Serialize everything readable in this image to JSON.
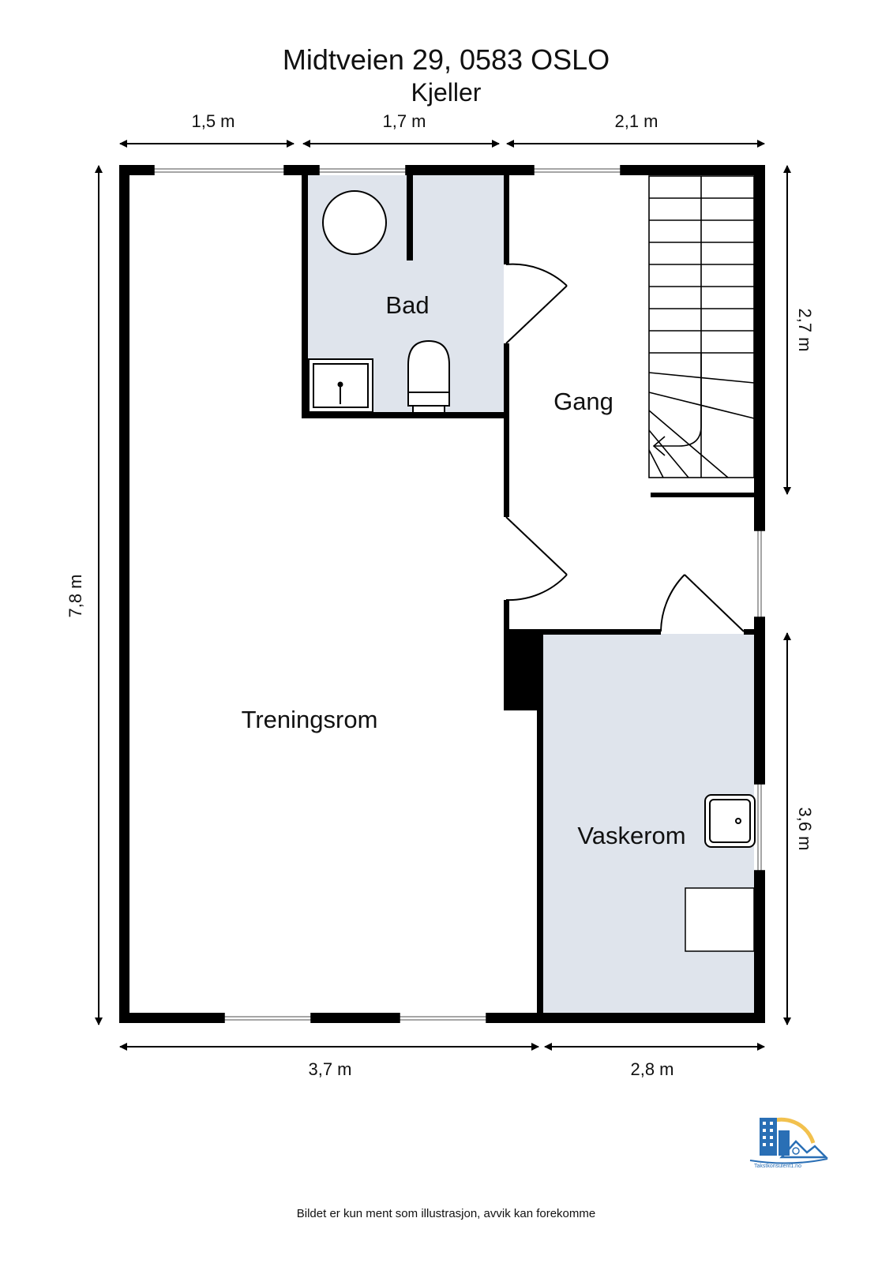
{
  "header": {
    "title": "Midtveien 29, 0583 OSLO",
    "subtitle": "Kjeller"
  },
  "dimensions": {
    "top_left": "1,5 m",
    "top_middle": "1,7 m",
    "top_right": "2,1 m",
    "left": "7,8 m",
    "right_upper": "2,7 m",
    "right_lower": "3,6 m",
    "bottom_left": "3,7 m",
    "bottom_right": "2,8 m"
  },
  "rooms": {
    "bad": "Bad",
    "gang": "Gang",
    "treningsrom": "Treningsrom",
    "vaskerom": "Vaskerom"
  },
  "logo": {
    "text": "Takstkonsulent1.no"
  },
  "footer": {
    "disclaimer": "Bildet er kun ment som illustrasjon, avvik kan forekomme"
  },
  "colors": {
    "wall": "#000000",
    "wet_room_fill": "#dfe4ec",
    "logo_blue": "#2a6fb5",
    "logo_yellow": "#f2c14e"
  }
}
